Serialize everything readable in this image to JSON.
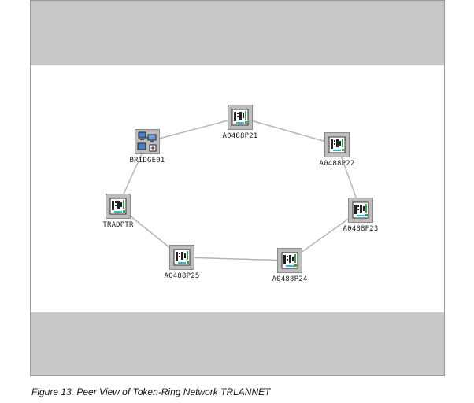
{
  "view": {
    "nodes": [
      {
        "id": "A0488P21",
        "label": "A0488P21",
        "icon": "lan-adapter-icon"
      },
      {
        "id": "A0488P22",
        "label": "A0488P22",
        "icon": "lan-adapter-icon"
      },
      {
        "id": "A0488P23",
        "label": "A0488P23",
        "icon": "lan-adapter-icon"
      },
      {
        "id": "A0488P24",
        "label": "A0488P24",
        "icon": "lan-adapter-icon"
      },
      {
        "id": "A0488P25",
        "label": "A0488P25",
        "icon": "lan-adapter-icon"
      },
      {
        "id": "TRADPTR",
        "label": "TRADPTR",
        "icon": "lan-adapter-icon"
      },
      {
        "id": "BRIDGE01",
        "label": "BRIDGE01",
        "icon": "bridge-icon"
      }
    ],
    "links": [
      [
        "A0488P21",
        "A0488P22"
      ],
      [
        "A0488P22",
        "A0488P23"
      ],
      [
        "A0488P23",
        "A0488P24"
      ],
      [
        "A0488P24",
        "A0488P25"
      ],
      [
        "A0488P25",
        "TRADPTR"
      ],
      [
        "TRADPTR",
        "BRIDGE01"
      ],
      [
        "BRIDGE01",
        "A0488P21"
      ]
    ]
  },
  "caption": "Figure 13. Peer View of Token-Ring Network TRLANNET",
  "colors": {
    "link": "#b4b4b4",
    "icon_bg": "#bdbdbd",
    "adapter_green": "#3c9a55",
    "adapter_cyan": "#38b8c8",
    "monitor_blue": "#4a7fc4"
  }
}
